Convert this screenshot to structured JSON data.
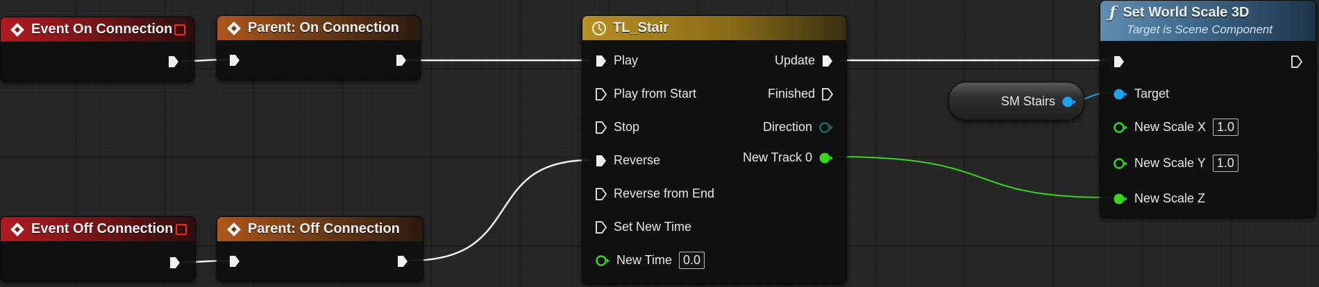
{
  "nodes": {
    "event_on": {
      "title": "Event On Connection"
    },
    "parent_on": {
      "title": "Parent: On Connection"
    },
    "event_off": {
      "title": "Event Off Connection"
    },
    "parent_off": {
      "title": "Parent: Off Connection"
    },
    "timeline": {
      "title": "TL_Stair",
      "inputs": [
        "Play",
        "Play from Start",
        "Stop",
        "Reverse",
        "Reverse from End",
        "Set New Time"
      ],
      "new_time_label": "New Time",
      "new_time_value": "0.0",
      "outputs": [
        "Update",
        "Finished",
        "Direction",
        "New Track 0"
      ]
    },
    "set_scale": {
      "title": "Set World Scale 3D",
      "subtitle": "Target is Scene Component",
      "target_label": "Target",
      "scale_x_label": "New Scale X",
      "scale_x_value": "1.0",
      "scale_y_label": "New Scale Y",
      "scale_y_value": "1.0",
      "scale_z_label": "New Scale Z"
    },
    "variable": {
      "label": "SM Stairs"
    }
  },
  "colors": {
    "exec_wire": "#f0f0f0",
    "float_pin": "#39d61b",
    "object_pin": "#1aa3f0",
    "struct_pin": "#1f6b6b",
    "event_header": "#b01a1f",
    "parent_header": "#b0561a",
    "timeline_header": "#b8901f",
    "function_header": "#5f8db0"
  },
  "icons": {
    "event": "event-diamond-icon",
    "timeline": "clock-icon",
    "function": "function-f-icon"
  }
}
